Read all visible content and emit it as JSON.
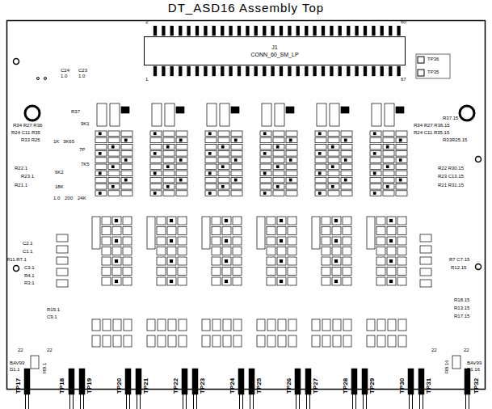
{
  "diagram": {
    "title": "DT_ASD16 Assembly Top",
    "nodes": [
      {
        "text": [
          "J1",
          "CONN_60_SM_LP"
        ]
      }
    ],
    "labels": [
      "C24",
      "1.0",
      "C23",
      "1.0",
      "TP36",
      "TP35",
      "2",
      "60",
      "1",
      "67",
      "R34 R27 R36",
      "R24 C11 R35",
      "R33 R25",
      "R22.1",
      "R23.1",
      "R21.1",
      "R34 R27 R36.15",
      "R24 C11 R35.15",
      "R33R25.15",
      "R22 R30.15",
      "R23 C13.15",
      "R21 R31.15",
      "R37",
      "R37.15",
      "9K1",
      "1K",
      "3K65",
      "7P",
      "7K5",
      "6K2",
      "18K",
      "1.0",
      "200",
      "24K",
      "C2.1",
      "C1.1",
      "R11.R7.1",
      "C3.1",
      "R4.1",
      "R3.1",
      "R15.1",
      "C9.1",
      "R7 C7.15",
      "R12.15",
      "R18.15",
      "R13.15",
      "R17.15",
      "BAV99",
      "D1.1",
      "BAV99",
      "D1.16",
      "RB.1",
      "RB.16",
      "22",
      "22",
      "22",
      "22",
      "TP17",
      "TP18",
      "TP19",
      "TP20",
      "TP21",
      "TP22",
      "TP23",
      "TP24",
      "TP25",
      "TP26",
      "TP27",
      "TP28",
      "TP29",
      "TP30",
      "TP31",
      "TP32"
    ]
  }
}
